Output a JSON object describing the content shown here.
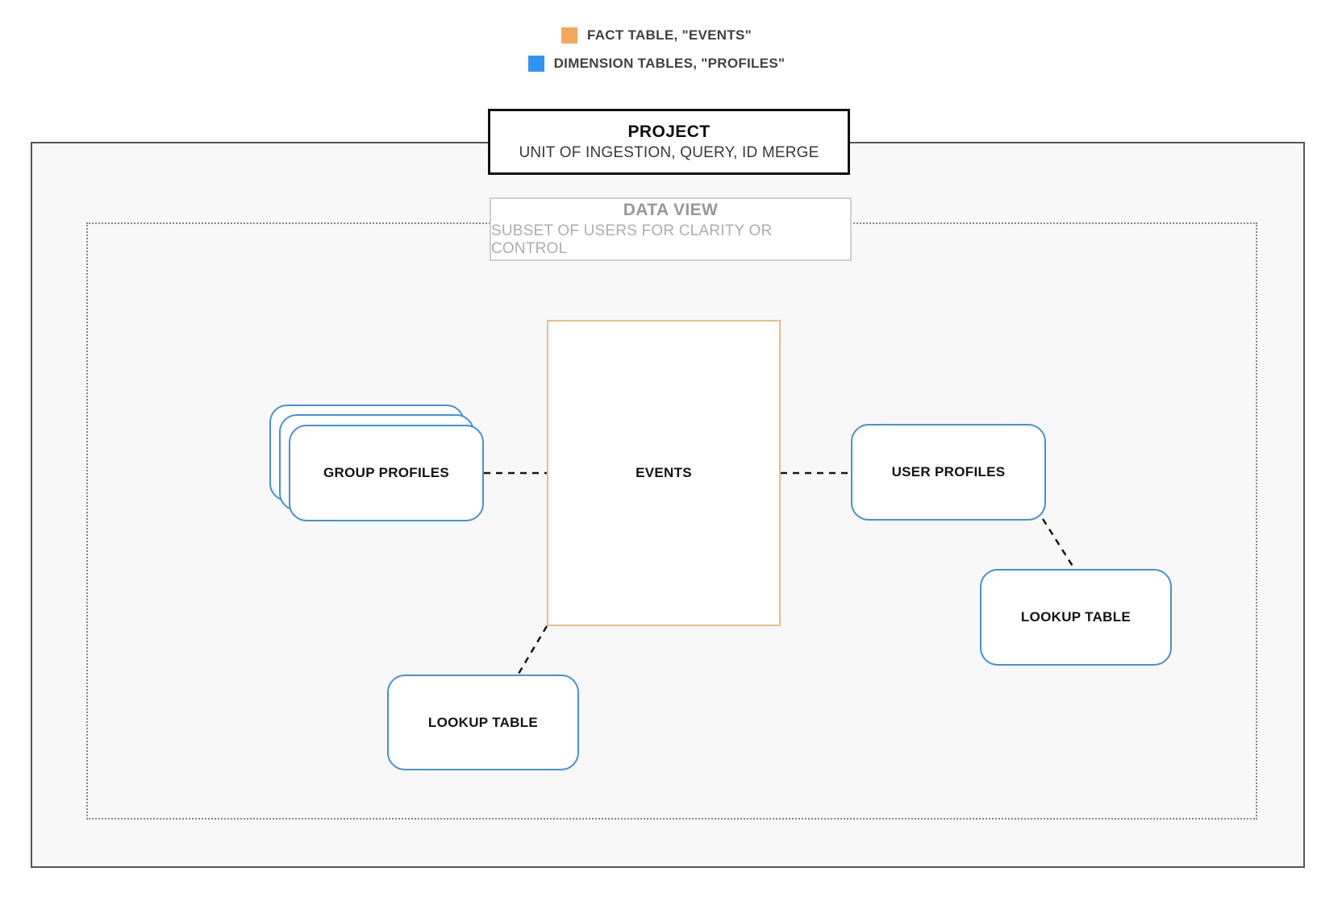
{
  "legend": {
    "items": [
      {
        "id": "fact-table",
        "label": "FACT TABLE, \"EVENTS\"",
        "color": "#f3a85c"
      },
      {
        "id": "dimension-tables",
        "label": "DIMENSION TABLES, \"PROFILES\"",
        "color": "#2e96f2"
      }
    ]
  },
  "project": {
    "title": "PROJECT",
    "subtitle": "UNIT OF INGESTION, QUERY, ID MERGE"
  },
  "data_view": {
    "title": "DATA VIEW",
    "subtitle": "SUBSET OF USERS FOR CLARITY OR CONTROL"
  },
  "nodes": {
    "events": {
      "label": "EVENTS",
      "type": "fact"
    },
    "group_profiles": {
      "label": "GROUP PROFILES",
      "type": "dimension",
      "stacked": true
    },
    "user_profiles": {
      "label": "USER PROFILES",
      "type": "dimension"
    },
    "lookup_left": {
      "label": "LOOKUP TABLE",
      "type": "dimension"
    },
    "lookup_right": {
      "label": "LOOKUP TABLE",
      "type": "dimension"
    }
  },
  "connections": [
    {
      "from": "group_profiles",
      "to": "events",
      "style": "dashed"
    },
    {
      "from": "events",
      "to": "user_profiles",
      "style": "dashed"
    },
    {
      "from": "user_profiles",
      "to": "lookup_right",
      "style": "dashed"
    },
    {
      "from": "events",
      "to": "lookup_left",
      "style": "dashed"
    }
  ],
  "colors": {
    "fact_border": "#e9be85",
    "dimension_border": "#4292dc",
    "fact_swatch": "#f3a85c",
    "dimension_swatch": "#2e96f2",
    "outer_border": "#56565a",
    "inner_dotted_border": "#85858a",
    "background_inside": "#f8f8f9"
  }
}
